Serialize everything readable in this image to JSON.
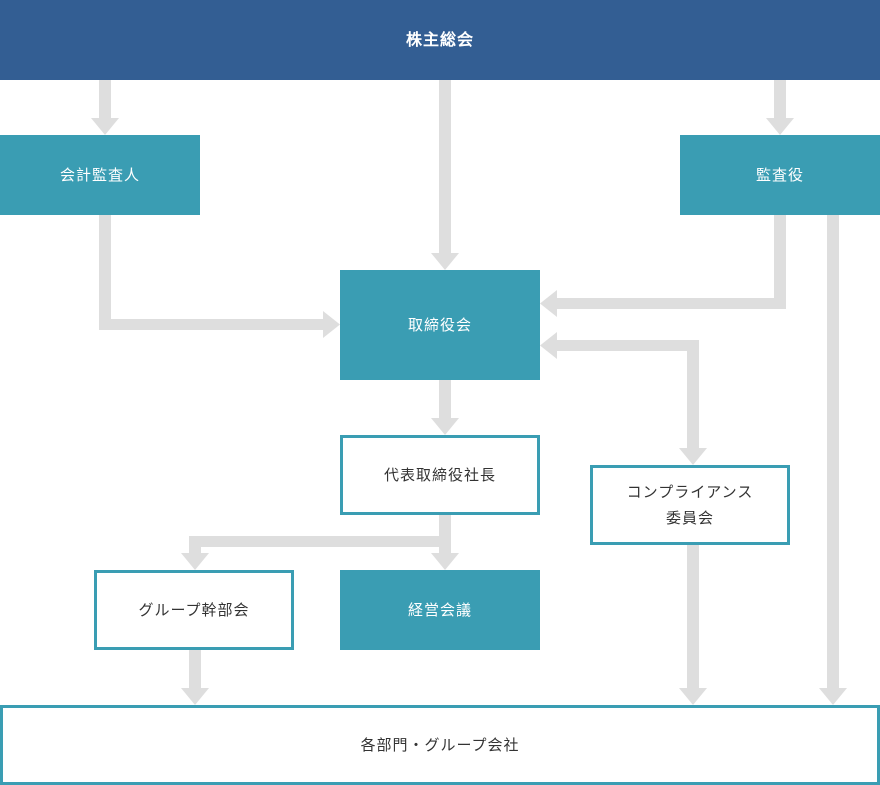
{
  "nodes": {
    "shareholders": "株主総会",
    "auditor": "会計監査人",
    "audit_board": "監査役",
    "board": "取締役会",
    "president": "代表取締役社長",
    "compliance_line1": "コンプライアンス",
    "compliance_line2": "委員会",
    "group_exec": "グループ幹部会",
    "management": "経営会議",
    "departments": "各部門・グループ会社"
  },
  "colors": {
    "navy": "#335e93",
    "teal": "#3a9db3",
    "connector": "#dedede"
  }
}
